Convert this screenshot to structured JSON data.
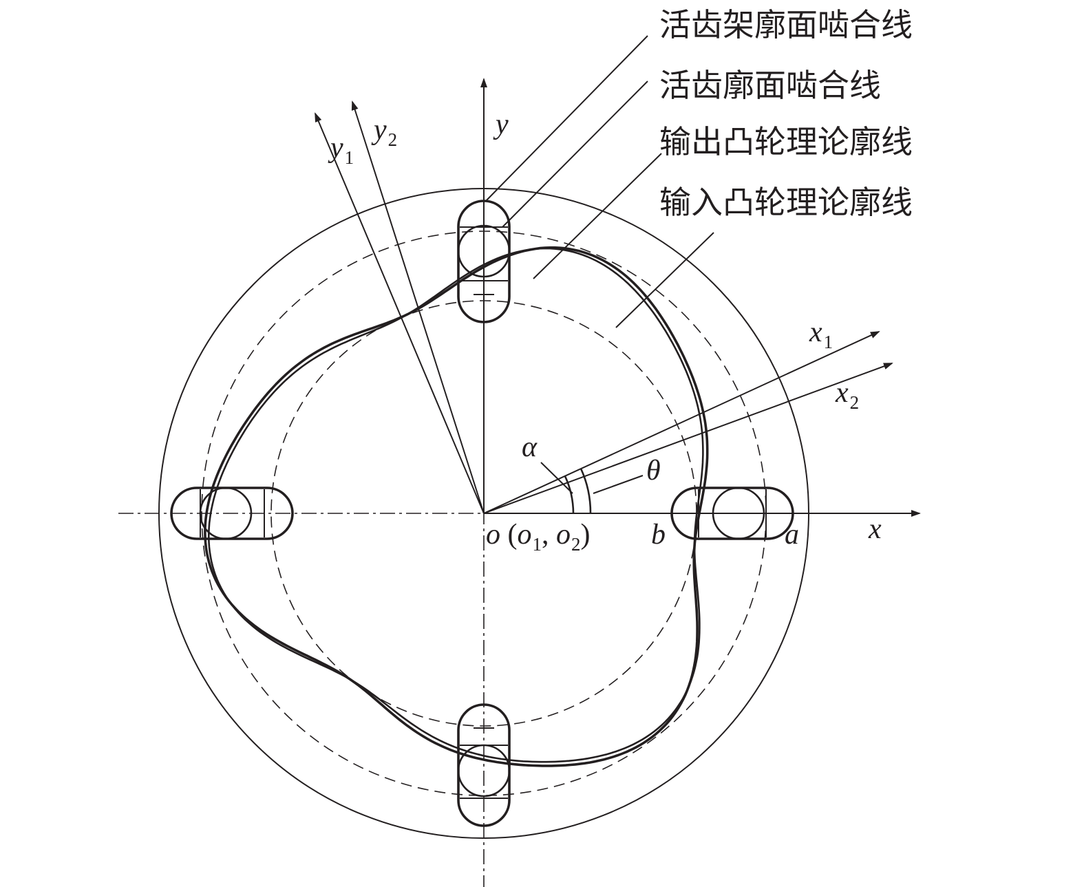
{
  "legend": {
    "l1": "活齿架廓面啮合线",
    "l2": "活齿廓面啮合线",
    "l3": "输出凸轮理论廓线",
    "l4": "输入凸轮理论廓线"
  },
  "axes": {
    "x": "x",
    "y": "y",
    "x1": "x",
    "x1_sub": "1",
    "x2": "x",
    "x2_sub": "2",
    "y1": "y",
    "y1_sub": "1",
    "y2": "y",
    "y2_sub": "2"
  },
  "angles": {
    "alpha": "α",
    "theta": "θ"
  },
  "origin": {
    "o": "o",
    "open": " (",
    "o1": "o",
    "o1_sub": "1",
    "comma": ", ",
    "o2": "o",
    "o2_sub": "2",
    "close": ")"
  },
  "points": {
    "a": "a",
    "b": "b"
  },
  "colors": {
    "ink": "#231f20",
    "background": "#ffffff"
  }
}
